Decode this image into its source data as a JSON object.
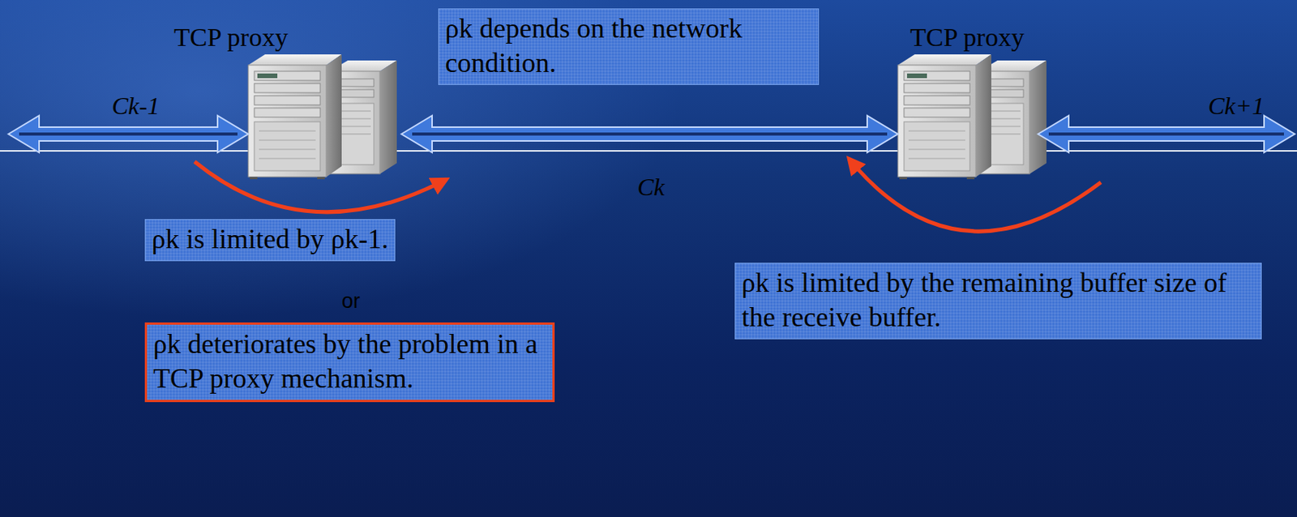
{
  "diagram": {
    "nodes": [
      {
        "text": [
          "TCP proxy"
        ]
      },
      {
        "text": [
          "ρk depends on the network condition."
        ]
      },
      {
        "text": [
          "TCP proxy"
        ]
      },
      {
        "text": [
          "ρk is limited by ρk-1."
        ]
      },
      {
        "text": [
          "ρk is limited by the remaining buffer size of the receive buffer."
        ]
      },
      {
        "text": [
          "ρk deteriorates by the problem in a TCP proxy mechanism."
        ]
      }
    ],
    "edges": [
      {
        "from": 0,
        "to": 2,
        "arrow": "both"
      }
    ],
    "labels": [
      "Ck-1",
      "Ck",
      "Ck+1",
      "or"
    ]
  }
}
